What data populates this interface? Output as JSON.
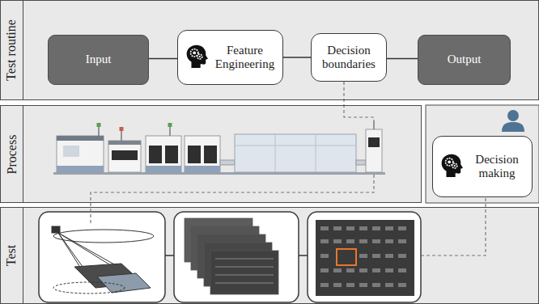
{
  "diagram": {
    "nodes": [
      {
        "text": [
          "Test routine"
        ]
      },
      {
        "text": [
          "Input"
        ],
        "in": 0
      },
      {
        "text": [
          "Feature Engineering"
        ],
        "in": 0
      },
      {
        "text": [
          "Decision boundaries"
        ],
        "in": 0
      },
      {
        "text": [
          "Output"
        ],
        "in": 0
      },
      {
        "text": [
          "Process"
        ]
      },
      {
        "text": [
          "Decision making"
        ]
      },
      {
        "text": [
          "Test"
        ]
      }
    ],
    "edges": [
      {
        "from": 1,
        "to": 2,
        "arrow": "none"
      },
      {
        "from": 2,
        "to": 3,
        "arrow": "none"
      },
      {
        "from": 3,
        "to": 4,
        "arrow": "none"
      }
    ]
  }
}
